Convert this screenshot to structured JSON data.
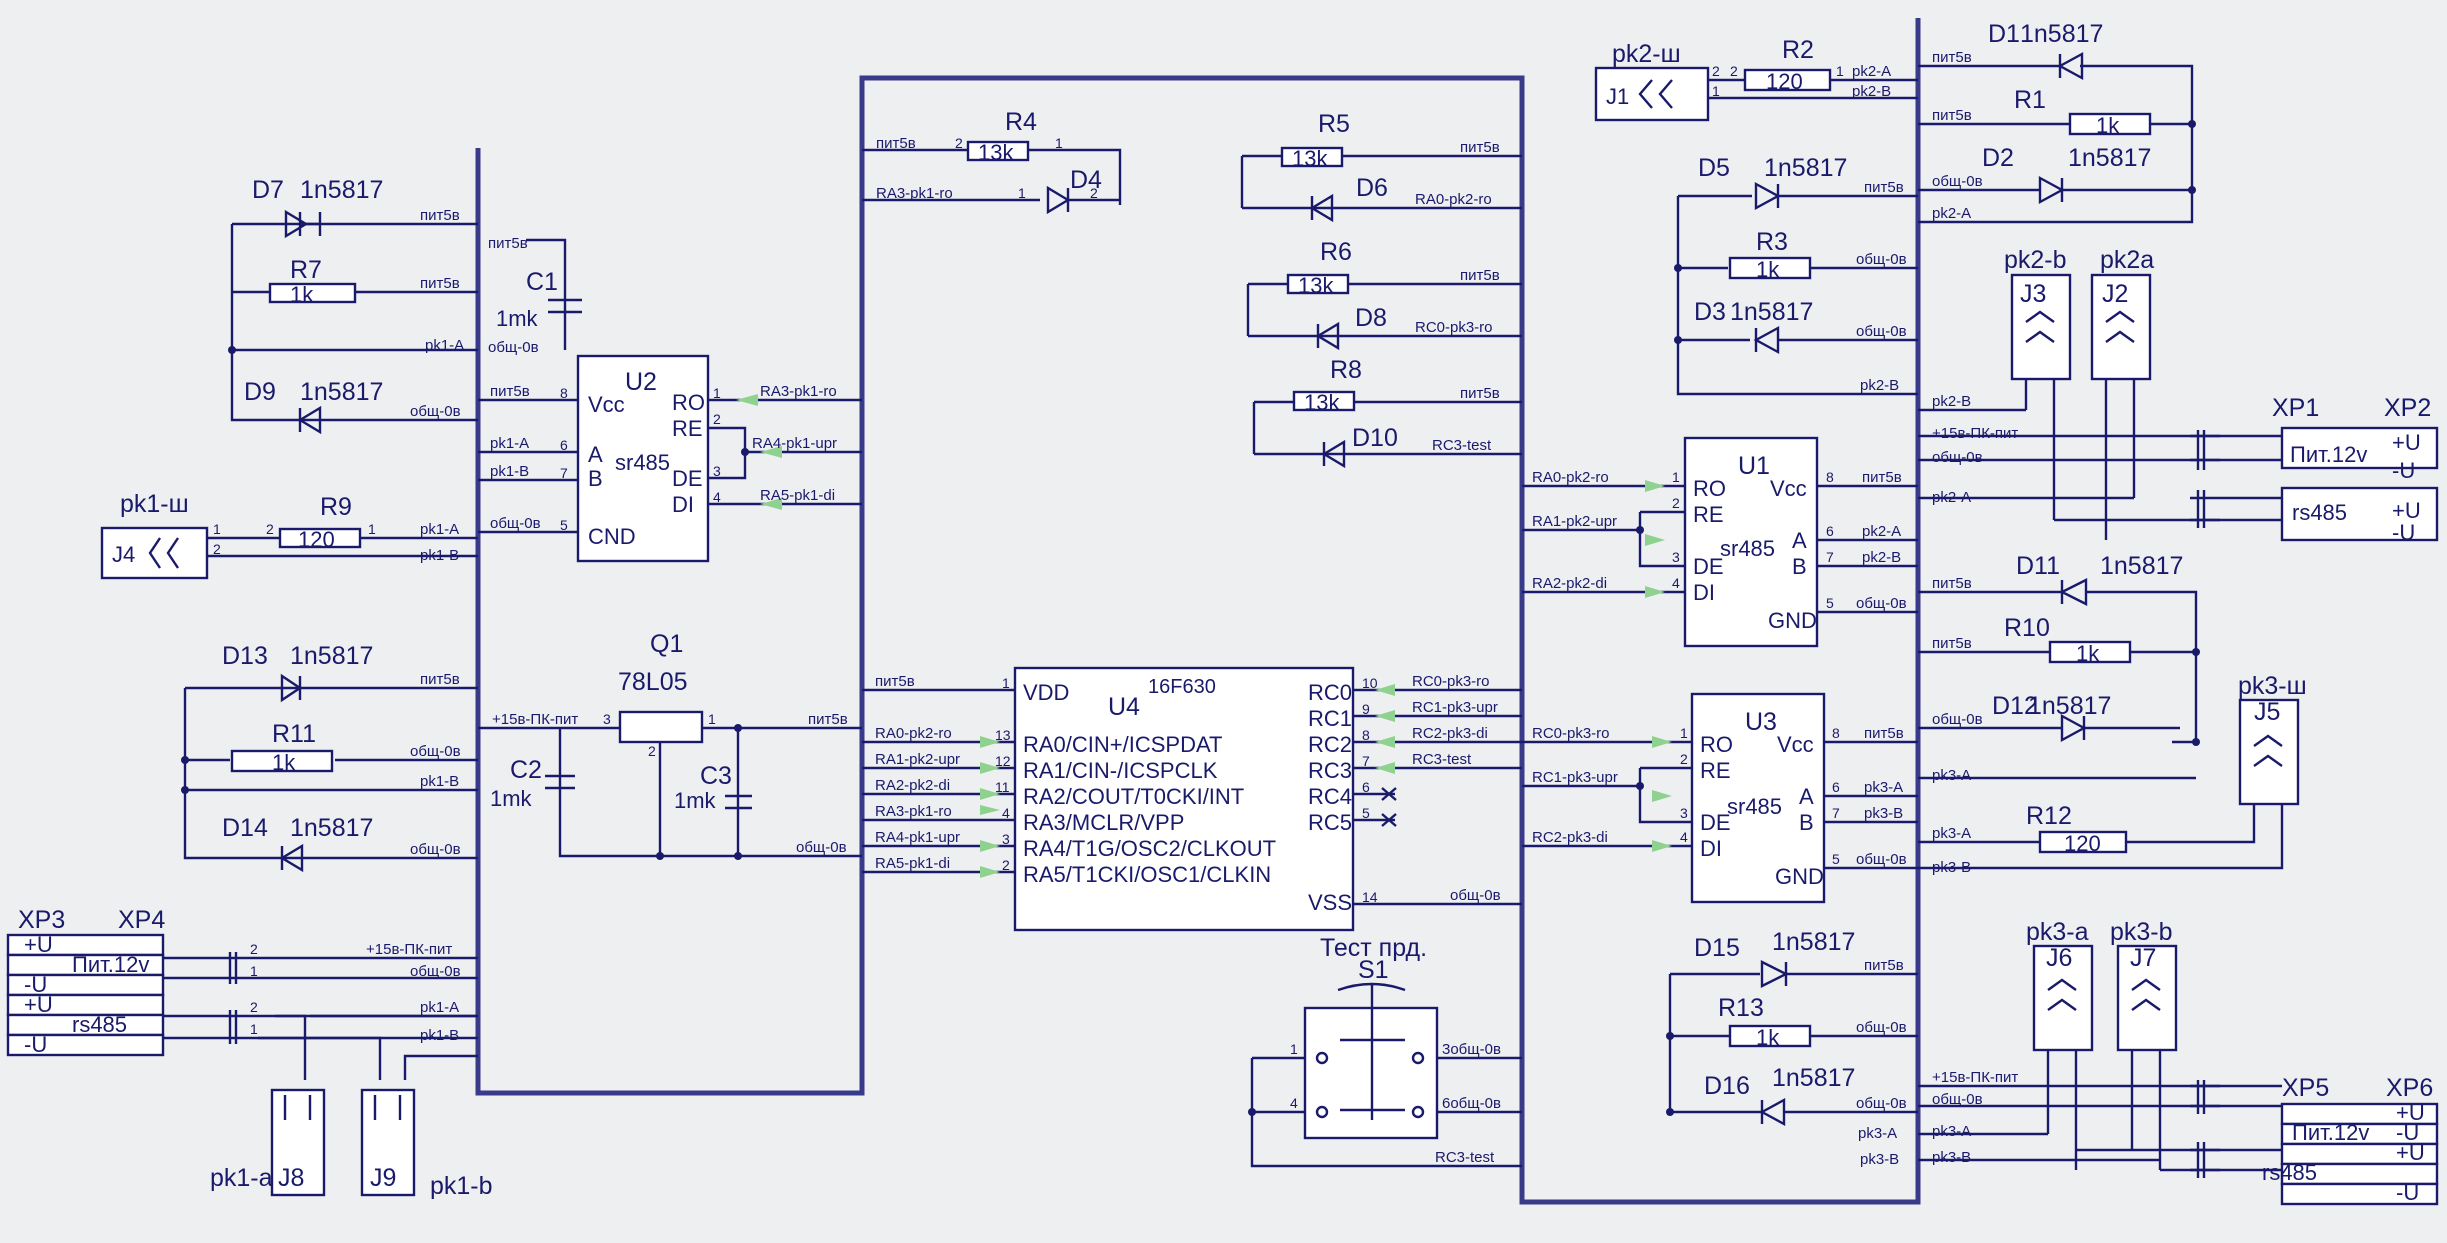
{
  "components": {
    "J1": {
      "ref": "J1",
      "name": "pk2-ш"
    },
    "J2": {
      "ref": "J2",
      "name": "pk2a"
    },
    "J3": {
      "ref": "J3",
      "name": "pk2-b"
    },
    "J4": {
      "ref": "J4",
      "name": "pk1-ш"
    },
    "J5": {
      "ref": "J5",
      "name": "pk3-ш"
    },
    "J6": {
      "ref": "J6",
      "name": "pk3-a"
    },
    "J7": {
      "ref": "J7",
      "name": "pk3-b"
    },
    "J8": {
      "ref": "J8",
      "name": "pk1-a"
    },
    "J9": {
      "ref": "J9",
      "name": "pk1-b"
    },
    "R1": {
      "ref": "R1",
      "value": "1k"
    },
    "R2": {
      "ref": "R2",
      "value": "120"
    },
    "R3": {
      "ref": "R3",
      "value": "1k"
    },
    "R4": {
      "ref": "R4",
      "value": "13k"
    },
    "R5": {
      "ref": "R5",
      "value": "13k"
    },
    "R6": {
      "ref": "R6",
      "value": "13k"
    },
    "R7": {
      "ref": "R7",
      "value": "1k"
    },
    "R8": {
      "ref": "R8",
      "value": "13k"
    },
    "R9": {
      "ref": "R9",
      "value": "120"
    },
    "R10": {
      "ref": "R10",
      "value": "1k"
    },
    "R11": {
      "ref": "R11",
      "value": "1k"
    },
    "R12": {
      "ref": "R12",
      "value": "120"
    },
    "R13": {
      "ref": "R13",
      "value": "1k"
    },
    "D1": {
      "ref": "D1",
      "value": "1n5817"
    },
    "D2": {
      "ref": "D2",
      "value": "1n5817"
    },
    "D3": {
      "ref": "D3",
      "value": "1n5817"
    },
    "D4": {
      "ref": "D4"
    },
    "D5": {
      "ref": "D5",
      "value": "1n5817"
    },
    "D6": {
      "ref": "D6"
    },
    "D7": {
      "ref": "D7",
      "value": "1n5817"
    },
    "D8": {
      "ref": "D8"
    },
    "D9": {
      "ref": "D9",
      "value": "1n5817"
    },
    "D10": {
      "ref": "D10"
    },
    "D11": {
      "ref": "D11",
      "value": "1n5817"
    },
    "D12": {
      "ref": "D12",
      "value": "1n5817"
    },
    "D13": {
      "ref": "D13",
      "value": "1n5817"
    },
    "D14": {
      "ref": "D14",
      "value": "1n5817"
    },
    "D15": {
      "ref": "D15",
      "value": "1n5817"
    },
    "D16": {
      "ref": "D16",
      "value": "1n5817"
    },
    "C1": {
      "ref": "C1",
      "value": "1mk"
    },
    "C2": {
      "ref": "C2",
      "value": "1mk"
    },
    "C3": {
      "ref": "C3",
      "value": "1mk"
    },
    "Q1": {
      "ref": "Q1",
      "value": "78L05"
    },
    "S1": {
      "ref": "S1",
      "title": "Тест прд."
    },
    "U1": {
      "ref": "U1",
      "type": "sr485"
    },
    "U2": {
      "ref": "U2",
      "type": "sr485"
    },
    "U3": {
      "ref": "U3",
      "type": "sr485"
    },
    "U4": {
      "ref": "U4",
      "type": "16F630"
    }
  },
  "transceiver_pins": {
    "vcc": "Vcc",
    "ro": "RO",
    "re": "RE",
    "de": "DE",
    "di": "DI",
    "a": "A",
    "b": "B",
    "gnd": "GND",
    "gnd_u2": "CND"
  },
  "pic_pins": {
    "vdd": "VDD",
    "vss": "VSS",
    "left": [
      "RA0/CIN+/ICSPDAT",
      "RA1/CIN-/ICSPCLK",
      "RA2/COUT/T0CKI/INT",
      "RA3/MCLR/VPP",
      "RA4/T1G/OSC2/CLKOUT",
      "RA5/T1CKI/OSC1/CLKIN"
    ],
    "right": [
      "RC0",
      "RC1",
      "RC2",
      "RC3",
      "RC4",
      "RC5"
    ]
  },
  "power_connectors": {
    "XP1": "XP1",
    "XP2": "XP2",
    "XP3": "XP3",
    "XP4": "XP4",
    "XP5": "XP5",
    "XP6": "XP6",
    "pit": "Пит.12v",
    "rs485": "rs485",
    "plus_u": "+U",
    "minus_u": "-U"
  },
  "nets": {
    "pit5v": "пит5в",
    "gnd0": "общ-0в",
    "pk1a": "pk1-A",
    "pk1b": "pk1-B",
    "pk2a": "pk2-A",
    "pk2b": "pk2-B",
    "pk3a": "pk3-A",
    "pk3b": "pk3-B",
    "p15": "+15в-ПК-пит",
    "ra0": "RA0-pk2-ro",
    "ra1": "RA1-pk2-upr",
    "ra2": "RA2-pk2-di",
    "ra3": "RA3-pk1-ro",
    "ra4": "RA4-pk1-upr",
    "ra5": "RA5-pk1-di",
    "rc0": "RC0-pk3-ro",
    "rc1": "RC1-pk3-upr",
    "rc2": "RC2-pk3-di",
    "rc3": "RC3-test",
    "s3": "3общ-0в",
    "s6": "6общ-0в"
  }
}
